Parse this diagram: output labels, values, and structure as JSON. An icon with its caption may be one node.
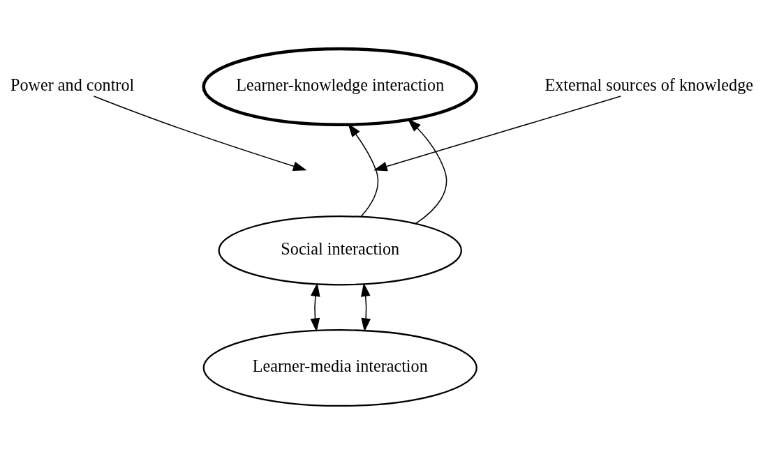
{
  "diagram": {
    "nodes": [
      {
        "text": [
          "Learner-knowledge interaction"
        ]
      },
      {
        "text": [
          "Power and control"
        ]
      },
      {
        "text": [
          "External sources of knowledge"
        ]
      },
      {
        "text": [
          "Social interaction"
        ]
      },
      {
        "text": [
          "Learner-media interaction"
        ]
      }
    ],
    "edges": [
      {
        "from": 3,
        "to": 0,
        "arrow": "to"
      },
      {
        "from": 3,
        "to": 0,
        "arrow": "to"
      },
      {
        "from": 1,
        "to": null,
        "arrow": "to"
      },
      {
        "from": 2,
        "to": null,
        "arrow": "to"
      },
      {
        "from": 3,
        "to": 4,
        "arrow": "both"
      },
      {
        "from": 3,
        "to": 4,
        "arrow": "both"
      }
    ]
  }
}
